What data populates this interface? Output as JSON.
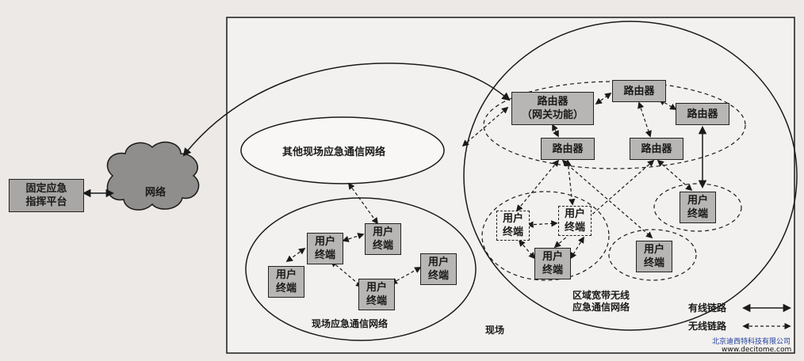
{
  "platform": "固定应急\n指挥平台",
  "network_cloud": "网络",
  "other_network": "其他现场应急通信网络",
  "routers": {
    "gateway": "路由器\n（网关功能）",
    "r_top": "路由器",
    "r_right": "路由器",
    "r_mid_left": "路由器",
    "r_mid_right": "路由器"
  },
  "terminal": "用户\n终端",
  "labels": {
    "onsite_network": "现场应急通信网络",
    "regional_network": "区域宽带无线\n应急通信网络",
    "site": "现场",
    "wired_link": "有线链路",
    "wireless_link": "无线链路"
  },
  "watermark": {
    "company": "北京迪西特科技有限公司",
    "url": "www.decitome.com"
  }
}
